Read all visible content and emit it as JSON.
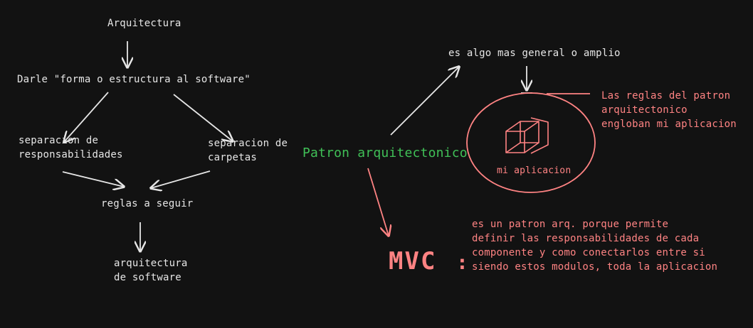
{
  "left": {
    "arquitectura": "Arquitectura",
    "darle": "Darle \"forma o estructura al software\"",
    "separacion_resp": "separacion de\nresponsabilidades",
    "separacion_carp": "separacion de\ncarpetas",
    "reglas": "reglas a seguir",
    "resultado": "arquitectura\nde software"
  },
  "right": {
    "patron": "Patron arquitectonico",
    "general": "es algo mas general o amplio",
    "reglas_patron": "Las reglas del patron\narquitectonico\nengloban mi aplicacion",
    "mi_aplicacion": "mi aplicacion",
    "mvc": "MVC",
    "colon": ":",
    "mvc_desc": "es un patron arq. porque permite\ndefinir las responsabilidades de cada\ncomponente y como conectarlos entre si\nsiendo estos modulos, toda la aplicacion"
  },
  "colors": {
    "background": "#121212",
    "white_stroke": "#e6e6e6",
    "red_stroke": "#ff8383",
    "green_text": "#40c057"
  }
}
